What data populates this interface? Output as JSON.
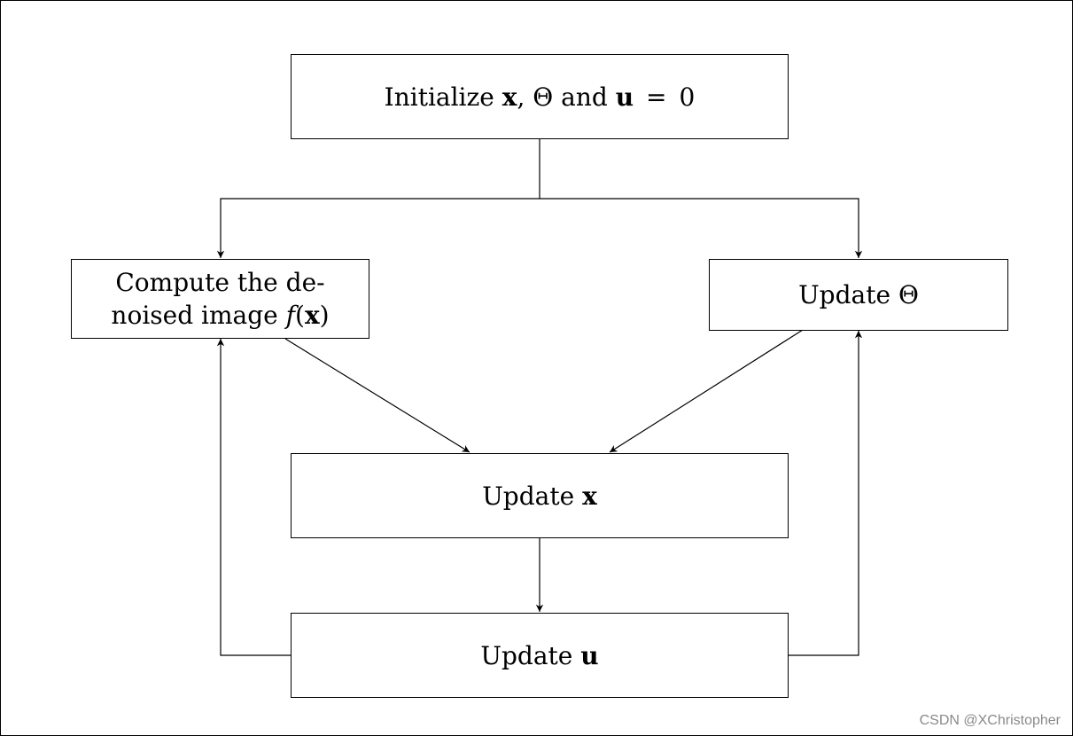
{
  "nodes": {
    "init": {
      "prefix": "Initialize ",
      "x": "x",
      "comma": ",",
      "theta": "Θ",
      "and": "and",
      "u": "u",
      "eq": "=",
      "zero": "0"
    },
    "denoise": {
      "line1": "Compute the de-",
      "line2_prefix": "noised image ",
      "f": "f",
      "open": "(",
      "x": "x",
      "close": ")"
    },
    "update_theta": {
      "prefix": "Update ",
      "theta": "Θ"
    },
    "update_x": {
      "prefix": "Update ",
      "x": "x"
    },
    "update_u": {
      "prefix": "Update ",
      "u": "u"
    }
  },
  "watermark": "CSDN @XChristopher"
}
